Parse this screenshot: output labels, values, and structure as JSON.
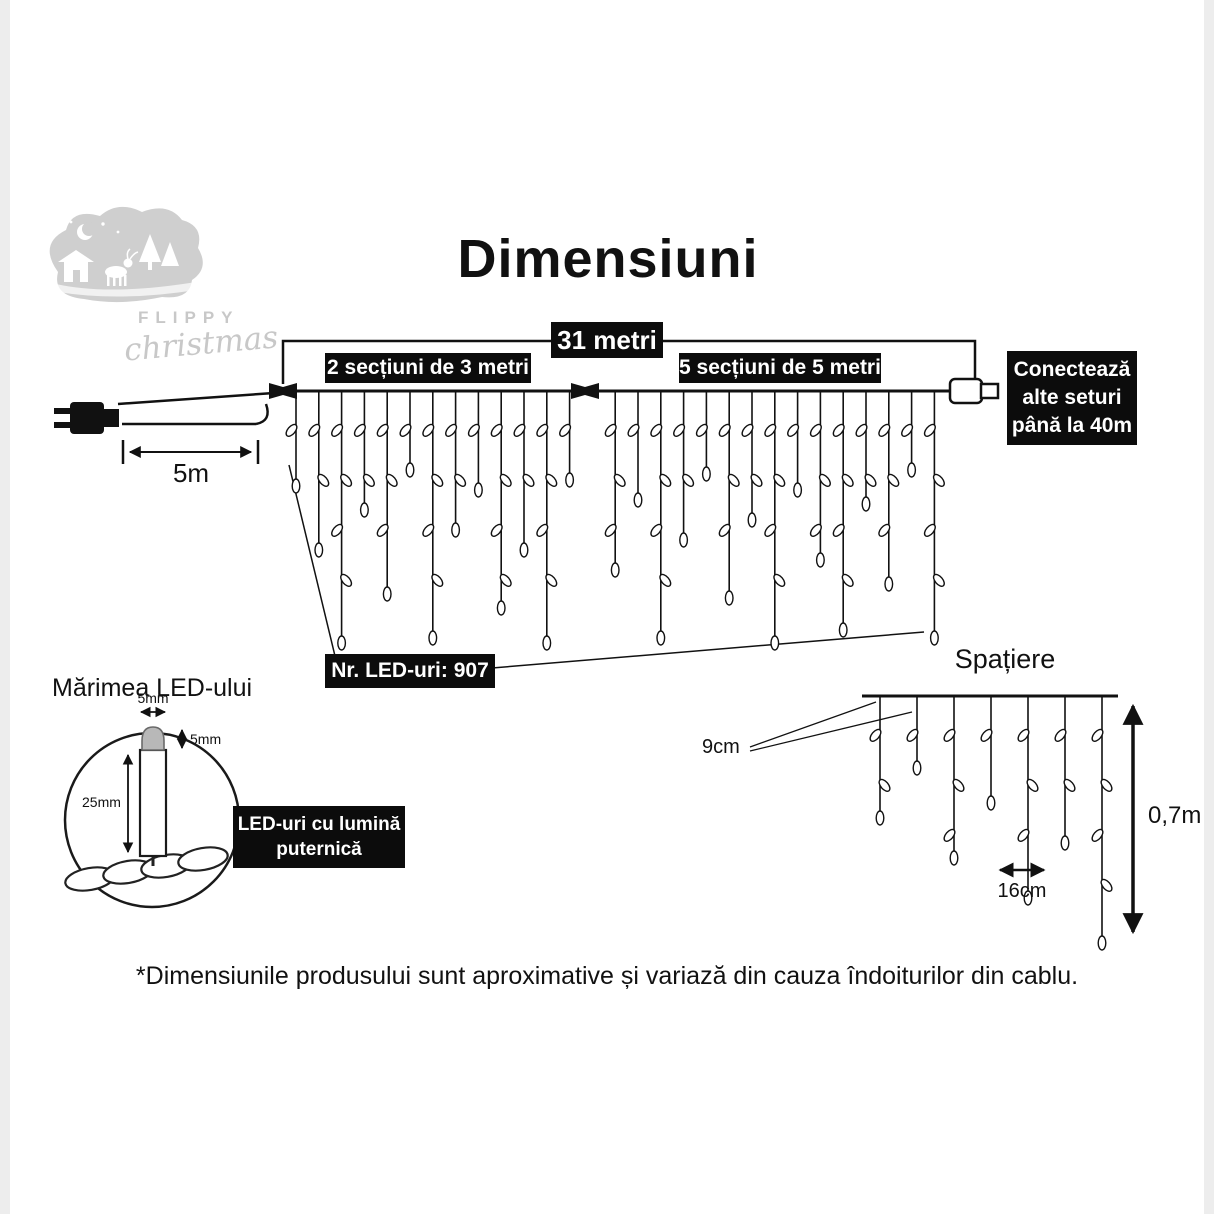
{
  "page": {
    "bg": "#ffffff",
    "accent": "#0c0c0c"
  },
  "brand": {
    "line1": "FLIPPY",
    "line2": "christmas"
  },
  "title": "Dimensiuni",
  "main_diagram": {
    "total_length": "31 metri",
    "left_sections": "2 secțiuni de 3 metri",
    "right_sections": "5 secțiuni de 5 metri",
    "connect_note": "Conectează alte seturi până la 40m",
    "lead_length": "5m",
    "led_count": "Nr. LED-uri: 907"
  },
  "spacing_diagram": {
    "title": "Spațiere",
    "drop_gap": "9cm",
    "bulb_gap": "16cm",
    "drop_height": "0,7m"
  },
  "led_diagram": {
    "title": "Mărimea LED-ului",
    "cap_width": "5mm",
    "cap_height": "5mm",
    "body_height": "25mm",
    "note": "LED-uri cu lumină puternică"
  },
  "disclaimer": "*Dimensiunile produsului sunt aproximative și variază din cauza îndoiturilor din cablu."
}
